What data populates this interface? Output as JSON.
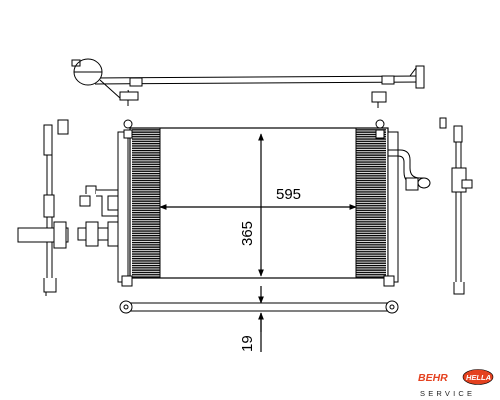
{
  "dimensions": {
    "width": "595",
    "height": "365",
    "thickness": "19"
  },
  "brand": {
    "name": "BEHR",
    "partner": "HELLA",
    "tagline": "SERVICE",
    "colors": {
      "accent": "#e4411f",
      "line": "#000000"
    }
  }
}
